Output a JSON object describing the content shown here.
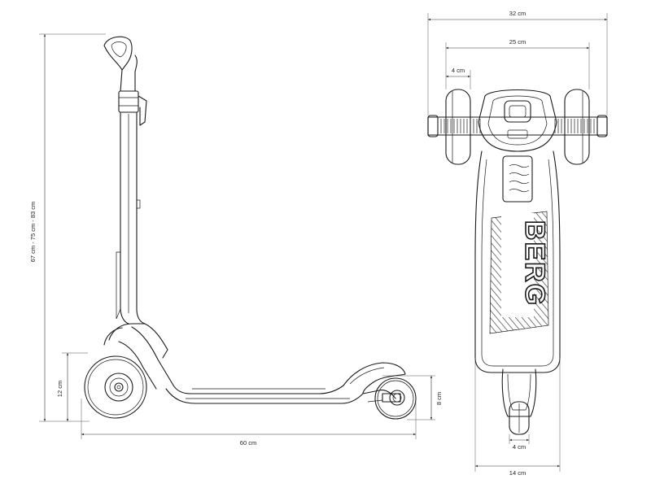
{
  "dimensions": {
    "total_height": "67 cm - 75 cm - 83 cm",
    "length": "60 cm",
    "deck_height": "12 cm",
    "rear_wheel_height": "8 cm",
    "handlebar_width": "32 cm",
    "front_track": "25 cm",
    "front_wheel_width": "4 cm",
    "rear_wheel_width": "4 cm",
    "deck_width": "14 cm"
  },
  "deck_logo": "BERG"
}
